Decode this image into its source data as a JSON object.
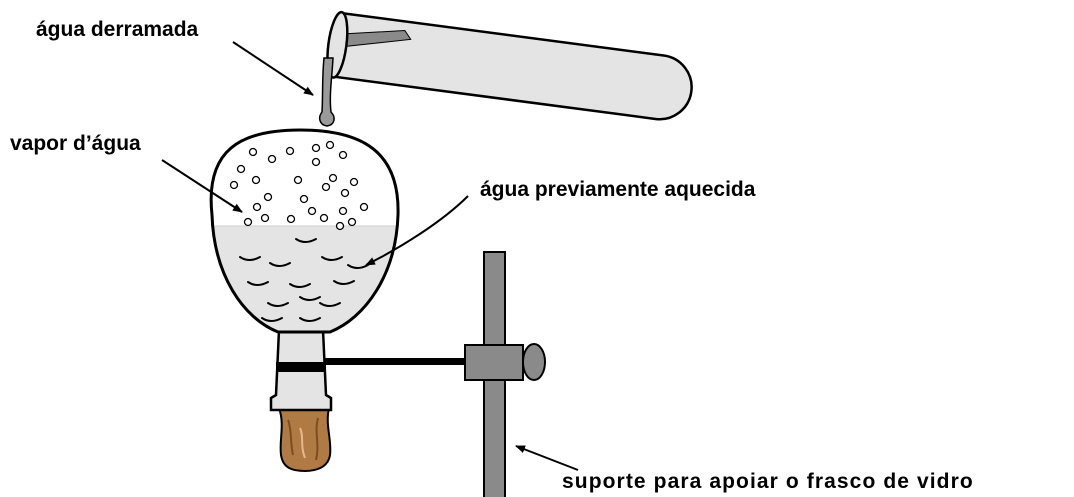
{
  "labels": {
    "spilled_water": "água derramada",
    "water_vapor": "vapor d’água",
    "preheated_water": "água previamente aquecida",
    "stand": "suporte para apoiar o frasco de vidro"
  }
}
